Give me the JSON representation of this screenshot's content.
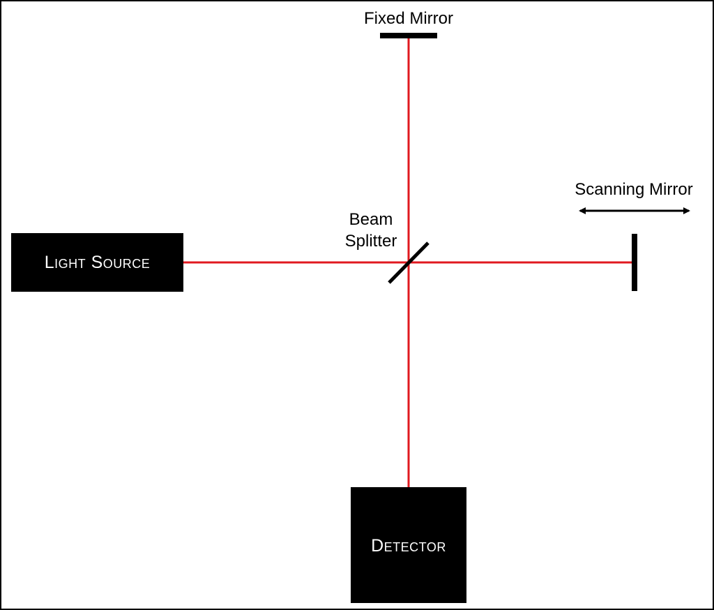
{
  "labels": {
    "fixed_mirror": "Fixed Mirror",
    "scanning_mirror": "Scanning Mirror",
    "beam_splitter_line1": "Beam",
    "beam_splitter_line2": "Splitter",
    "light_source": "Light Source",
    "detector": "Detector"
  },
  "colors": {
    "beam": "#e0191f",
    "component": "#000000",
    "border": "#000000",
    "background": "#ffffff",
    "box_text": "#ffffff"
  },
  "icons": {
    "scanning_motion": "double-headed-arrow-icon"
  }
}
